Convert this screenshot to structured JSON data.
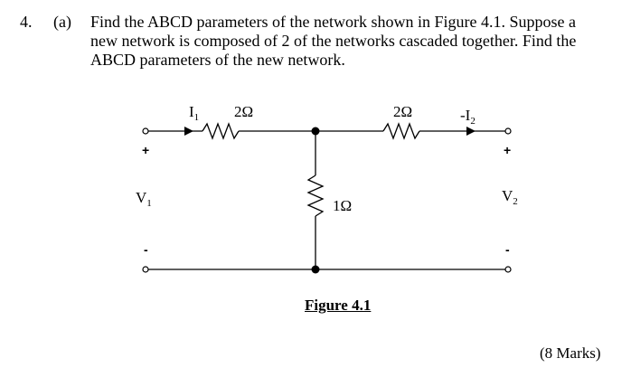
{
  "question": {
    "number": "4.",
    "part": "(a)",
    "lines": [
      "Find the ABCD parameters of the network shown in Figure 4.1.  Suppose a",
      "new network is composed of 2 of the networks cascaded together.  Find the",
      "ABCD parameters of the new network."
    ],
    "marks": "(8 Marks)"
  },
  "figure": {
    "caption": "Figure 4.1",
    "components": {
      "series_resistor_left": "2Ω",
      "series_resistor_right": "2Ω",
      "shunt_resistor": "1Ω"
    },
    "labels": {
      "input_current": "I",
      "input_current_sub": "1",
      "output_current_prefix": "-I",
      "output_current_sub": "2",
      "input_voltage": "V",
      "input_voltage_sub": "1",
      "output_voltage": "V",
      "output_voltage_sub": "2",
      "plus": "+",
      "minus": "-"
    }
  }
}
